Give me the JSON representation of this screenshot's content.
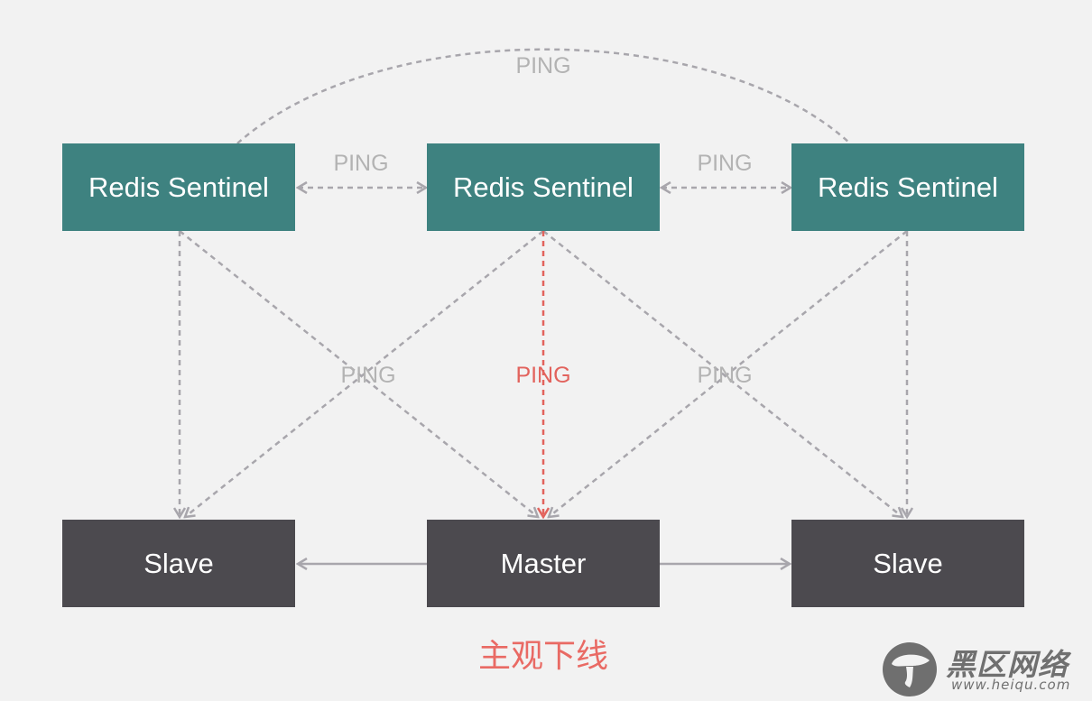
{
  "sentinels": [
    {
      "label": "Redis Sentinel"
    },
    {
      "label": "Redis Sentinel"
    },
    {
      "label": "Redis Sentinel"
    }
  ],
  "servers": [
    {
      "label": "Slave",
      "role": "slave"
    },
    {
      "label": "Master",
      "role": "master"
    },
    {
      "label": "Slave",
      "role": "slave"
    }
  ],
  "labels": {
    "arc_ping": "PING",
    "ping_left": "PING",
    "ping_right": "PING",
    "diag_left": "PING",
    "center_ping": "PING",
    "diag_right": "PING"
  },
  "caption": "主观下线",
  "watermark": {
    "title": "黑区网络",
    "url": "www.heiqu.com",
    "icon": "mushroom-logo-icon"
  },
  "colors": {
    "sentinel": "#3e8280",
    "server": "#4c4a4f",
    "edge": "#a8a6ac",
    "highlight": "#e2635d",
    "background": "#f2f2f2"
  },
  "edges": [
    {
      "from": "sentinel-1",
      "to": "sentinel-3",
      "label": "PING",
      "style": "dashed-arc"
    },
    {
      "from": "sentinel-1",
      "to": "sentinel-2",
      "label": "PING",
      "style": "dashed-bidirectional"
    },
    {
      "from": "sentinel-2",
      "to": "sentinel-3",
      "label": "PING",
      "style": "dashed-bidirectional"
    },
    {
      "from": "sentinel-1",
      "to": "slave-left",
      "style": "dashed"
    },
    {
      "from": "sentinel-1",
      "to": "master",
      "style": "dashed"
    },
    {
      "from": "sentinel-2",
      "to": "slave-left",
      "style": "dashed"
    },
    {
      "from": "sentinel-2",
      "to": "master",
      "label": "PING",
      "style": "dashed-highlight"
    },
    {
      "from": "sentinel-2",
      "to": "slave-right",
      "style": "dashed"
    },
    {
      "from": "sentinel-3",
      "to": "master",
      "style": "dashed"
    },
    {
      "from": "sentinel-3",
      "to": "slave-right",
      "style": "dashed"
    },
    {
      "from": "master",
      "to": "slave-left",
      "style": "solid"
    },
    {
      "from": "master",
      "to": "slave-right",
      "style": "solid"
    }
  ]
}
